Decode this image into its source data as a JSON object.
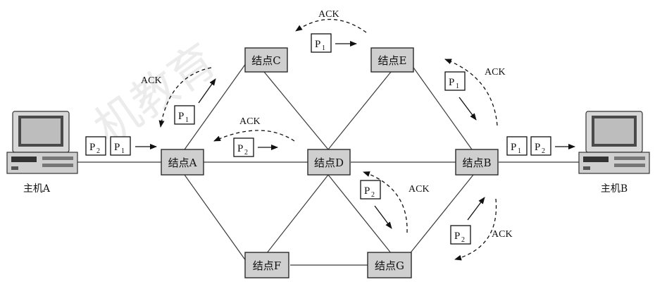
{
  "watermark": "机教育",
  "hosts": {
    "a": "主机A",
    "b": "主机B"
  },
  "nodes": {
    "a": "结点A",
    "b": "结点B",
    "c": "结点C",
    "d": "结点D",
    "e": "结点E",
    "f": "结点F",
    "g": "结点G"
  },
  "packets": {
    "p1": {
      "letter": "P",
      "sub": "1"
    },
    "p2": {
      "letter": "P",
      "sub": "2"
    }
  },
  "ack_label": "ACK",
  "colors": {
    "node_fill": "#cfcfcf",
    "stroke": "#111111"
  }
}
